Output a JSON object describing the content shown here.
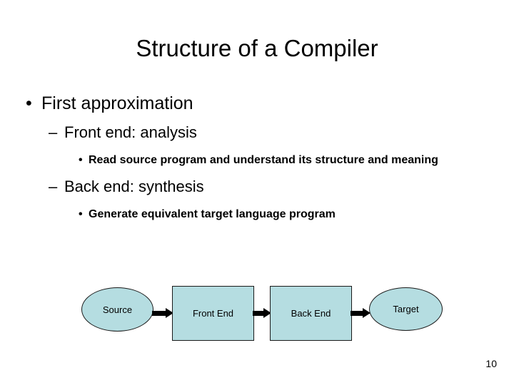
{
  "slide": {
    "title": "Structure of a Compiler",
    "page_number": "10",
    "outline": {
      "level1_bullet_glyph": "•",
      "level2_bullet_glyph": "–",
      "level3_bullet_glyph": "•",
      "item1": "First approximation",
      "item2": "Front end: analysis",
      "item3": "Read source program and understand its structure and meaning",
      "item4": "Back end: synthesis",
      "item5": "Generate equivalent target language program"
    },
    "diagram": {
      "fill_color": "#b5dde1",
      "stroke_color": "#1a1a1a",
      "arrow_color": "#000000",
      "nodes": [
        {
          "id": "source",
          "label": "Source",
          "shape": "ellipse"
        },
        {
          "id": "front_end",
          "label": "Front End",
          "shape": "rectangle"
        },
        {
          "id": "back_end",
          "label": "Back End",
          "shape": "rectangle"
        },
        {
          "id": "target",
          "label": "Target",
          "shape": "ellipse"
        }
      ],
      "arrows": [
        {
          "id": "arrow1",
          "from": "source",
          "to": "front_end"
        },
        {
          "id": "arrow2",
          "from": "front_end",
          "to": "back_end"
        },
        {
          "id": "arrow3",
          "from": "back_end",
          "to": "target"
        }
      ]
    }
  }
}
